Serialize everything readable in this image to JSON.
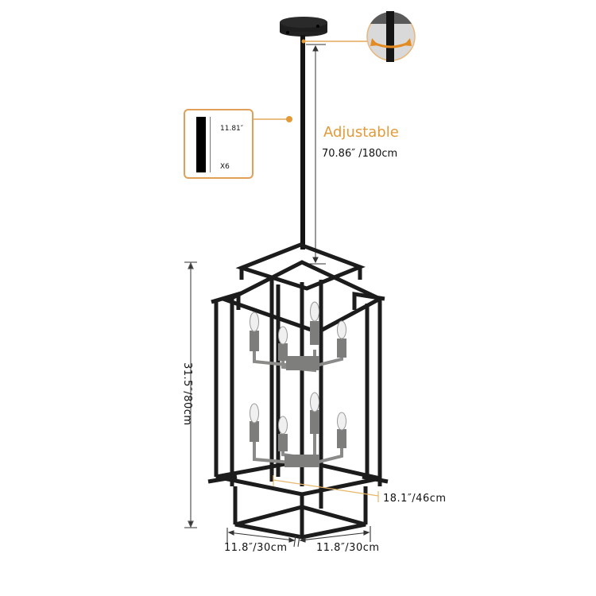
{
  "product": {
    "type": "pendant-lantern-chandelier",
    "finish": "black frame with brushed nickel candle arms",
    "bulb_count": 8
  },
  "annotations": {
    "adjustable_title": "Adjustable",
    "rod_length": "70.86″ /180cm",
    "rod_segment_length": "11.81″",
    "rod_segment_count": "X6",
    "height": "31.5″/80cm",
    "diagonal_width": "18.1″/46cm",
    "width_left": "11.8″/30cm",
    "width_right": "11.8″/30cm"
  },
  "colors": {
    "accent_orange": "#e39a38",
    "box_border": "#e0a05a",
    "frame_black": "#1c1c1c",
    "nickel": "#8a8a88",
    "dimension_line": "#555555"
  },
  "icons": {
    "swivel_detail": "rotation-arrow-icon",
    "callout_dot": "callout-dot-icon"
  }
}
